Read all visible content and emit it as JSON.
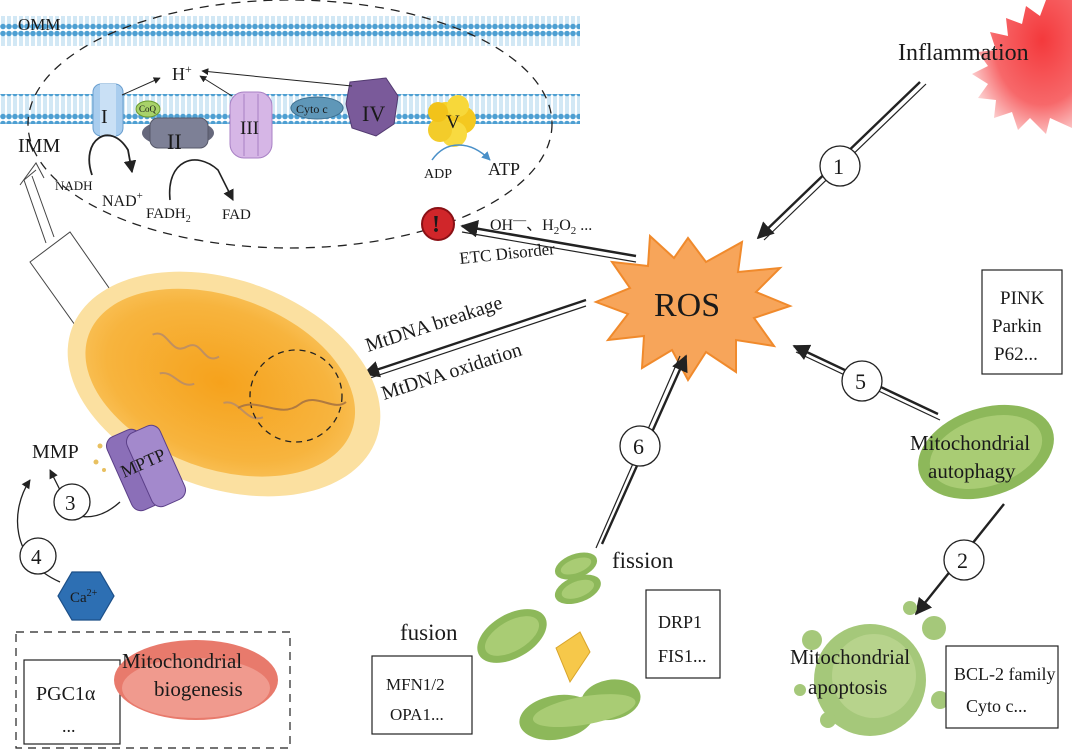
{
  "membrane": {
    "omm_label": "OMM",
    "imm_label": "IMM",
    "proton": "H",
    "proton_sup": "+",
    "complex_1": "I",
    "complex_2": "II",
    "complex_3": "III",
    "complex_4": "IV",
    "complex_5": "V",
    "coq": "CoQ",
    "cyto_c": "Cyto c",
    "nadh": "NADH",
    "nad": "NAD",
    "nad_sup": "+",
    "fadh": "FADH",
    "fadh_sub": "2",
    "fad": "FAD",
    "adp": "ADP",
    "atp": "ATP"
  },
  "ros": {
    "label": "ROS",
    "oh": "OH",
    "oh_sup": "—",
    "separator": "、",
    "h2o2_a": "H",
    "h2o2_sub1": "2",
    "h2o2_b": "O",
    "h2o2_sub2": "2",
    "h2o2_tail": " ...",
    "etc_disorder": "ETC Disorder",
    "mtdna_breakage": "MtDNA breakage",
    "mtdna_oxidation": "MtDNA oxidation",
    "warning": "!"
  },
  "inflammation": "Inflammation",
  "steps": [
    "1",
    "2",
    "3",
    "4",
    "5",
    "6"
  ],
  "mmp": "MMP",
  "mptp": "MPTP",
  "calcium": {
    "base": "Ca",
    "sup": "2+"
  },
  "biogenesis": {
    "box_line1": "PGC1α",
    "box_line2": "...",
    "title_line1": "Mitochondrial",
    "title_line2": "biogenesis"
  },
  "autophagy": {
    "title_line1": "Mitochondrial",
    "title_line2": "autophagy",
    "box": [
      "PINK",
      "Parkin",
      "P62..."
    ]
  },
  "apoptosis": {
    "title_line1": "Mitochondrial",
    "title_line2": "apoptosis",
    "box": [
      "BCL-2 family",
      "Cyto c..."
    ]
  },
  "fission": {
    "label": "fission",
    "box": [
      "DRP1",
      "FIS1..."
    ]
  },
  "fusion": {
    "label": "fusion",
    "box": [
      "MFN1/2",
      "OPA1..."
    ]
  },
  "colors": {
    "membrane_blue": "#5aa9d8",
    "membrane_light": "#a9d4ee",
    "ros_fill": "#f7a55a",
    "ros_stroke": "#f08a2c",
    "mito_outer": "#fbd98a",
    "mito_inner": "#f6a623",
    "green_mito": "#8db85a",
    "green_dark": "#5f8a3a",
    "mptp_purple": "#8b6fb8",
    "calcium_blue": "#2d6fb3",
    "biogenesis_red": "#e87a6c",
    "warning_red": "#d0262a",
    "inflammation_red": "#f35a5a"
  }
}
